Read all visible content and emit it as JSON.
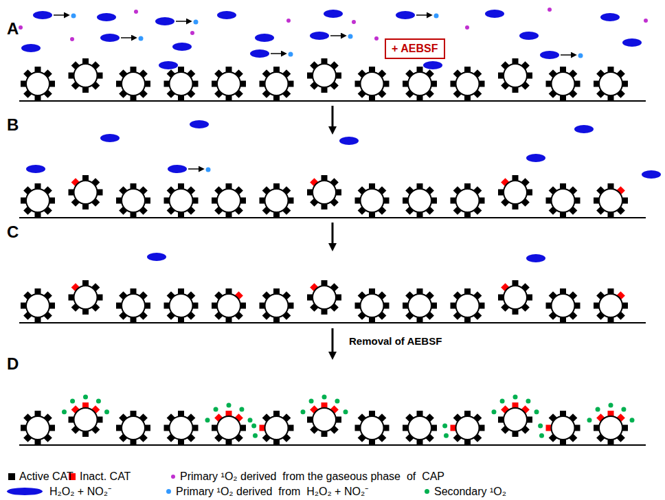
{
  "diagram": {
    "nodes": [
      {
        "text": [
          "+ AEBSF"
        ]
      }
    ],
    "labels": [
      "A",
      "B",
      "C",
      "D",
      "Removal of AEBSF"
    ],
    "legend": [
      {
        "text": "Active CAT",
        "color": "#000000"
      },
      {
        "text": "Inact. CAT",
        "color": "#ff0000"
      },
      {
        "text": "Primary ¹O₂ derived  from the gaseous phase  of  CAP",
        "color": "#c030d0"
      },
      {
        "text": "H₂O₂ + NO₂⁻",
        "color": "#1010e0"
      },
      {
        "text": "Primary ¹O₂ derived  from  H₂O₂ + NO₂⁻",
        "color": "#3399ff"
      },
      {
        "text": "Secondary ¹O₂",
        "color": "#00b050"
      }
    ]
  }
}
